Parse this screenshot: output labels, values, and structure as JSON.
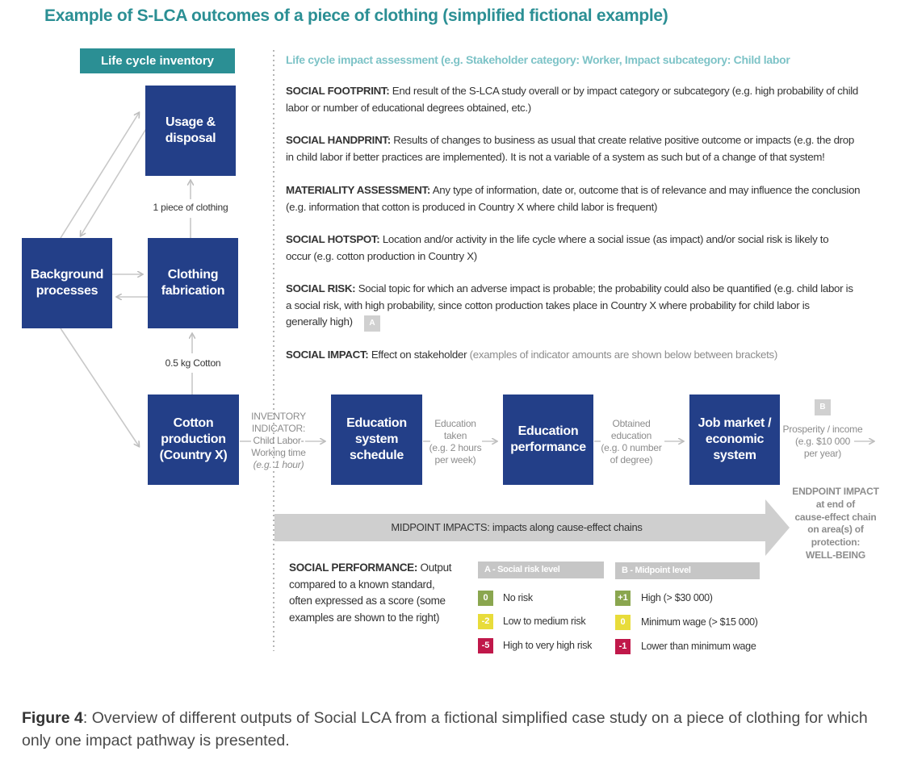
{
  "title": "Example of S-LCA outcomes of a piece of clothing (simplified fictional example)",
  "inventory_label": "Life cycle inventory",
  "lcia_heading": "Life cycle impact assessment (e.g. Stakeholder category: Worker, Impact subcategory: Child labor",
  "definitions": [
    {
      "term": "SOCIAL FOOTPRINT:",
      "line1": "End result of the S-LCA study overall or by impact category or subcategory (e.g. high probability of child",
      "line2": "labor or number of educational degrees obtained, etc.)"
    },
    {
      "term": "SOCIAL HANDPRINT:",
      "line1": "Results of changes to business as usual that create relative positive outcome or impacts (e.g. the drop",
      "line2": "in child labor if better practices are implemented). It is not a variable of a system as such but of a change of that system!"
    },
    {
      "term": "MATERIALITY ASSESSMENT:",
      "line1": "Any type of information, date or, outcome that is of relevance and may influence the conclusion",
      "line2": "(e.g. information that cotton is produced in Country X where child labor is frequent)"
    },
    {
      "term": "SOCIAL HOTSPOT:",
      "line1": "Location and/or activity in the life cycle where a social issue (as impact) and/or social risk is likely to",
      "line2": "occur (e.g. cotton production in Country X)"
    },
    {
      "term": "SOCIAL RISK:",
      "line1": "Social topic for which an adverse impact is probable; the probability could also be quantified (e.g. child labor is",
      "line2": "a social risk, with high probability, since cotton production takes place in Country X where probability for child labor is",
      "line3": "generally high)"
    }
  ],
  "social_impact": {
    "term": "SOCIAL IMPACT:",
    "text": "Effect on stakeholder",
    "note": "(examples of indicator amounts are shown below between brackets)"
  },
  "badges": {
    "a": "A",
    "b": "B"
  },
  "boxes": {
    "usage": [
      "Usage &",
      "disposal"
    ],
    "background": [
      "Background",
      "processes"
    ],
    "clothing": [
      "Clothing",
      "fabrication"
    ],
    "cotton": [
      "Cotton",
      "production",
      "(Country X)"
    ],
    "edu_schedule": [
      "Education",
      "system",
      "schedule"
    ],
    "edu_performance": [
      "Education",
      "performance"
    ],
    "job_market": [
      "Job market /",
      "economic",
      "system"
    ]
  },
  "flows": {
    "piece": "1 piece of clothing",
    "cotton_kg": "0.5 kg Cotton",
    "inventory_indicator": [
      "INVENTORY",
      "INDICATOR:",
      "Child Labor-",
      "Working time",
      "(e.g. 1 hour)"
    ],
    "education_taken": [
      "Education",
      "taken",
      "(e.g. 2 hours",
      "per week)"
    ],
    "obtained_education": [
      "Obtained",
      "education",
      "(e.g. 0 number",
      "of degree)"
    ],
    "prosperity": [
      "Prosperity / income",
      "(e.g. $10 000",
      "per year)"
    ]
  },
  "midpoint_label": "MIDPOINT IMPACTS: impacts along cause-effect chains",
  "endpoint": [
    "ENDPOINT IMPACT",
    "at end of",
    "cause-effect chain",
    "on area(s) of",
    "protection:",
    "WELL-BEING"
  ],
  "social_performance": {
    "term": "SOCIAL PERFORMANCE:",
    "line1": "Output",
    "line2": "compared to a known standard,",
    "line3": "often expressed as a score (some",
    "line4": "examples are shown to the right)"
  },
  "legend_a": {
    "heading": "A - Social risk level",
    "items": [
      {
        "value": "0",
        "label": "No risk",
        "color": "#8aa64f"
      },
      {
        "value": "-2",
        "label": "Low to medium risk",
        "color": "#e8dc3a"
      },
      {
        "value": "-5",
        "label": "High to very high risk",
        "color": "#c0184a"
      }
    ]
  },
  "legend_b": {
    "heading": "B - Midpoint level",
    "items": [
      {
        "value": "+1",
        "label": "High (> $30 000)",
        "color": "#8aa64f"
      },
      {
        "value": "0",
        "label": "Minimum wage (> $15 000)",
        "color": "#e8dc3a"
      },
      {
        "value": "-1",
        "label": "Lower than minimum wage",
        "color": "#c0184a"
      }
    ]
  },
  "caption": {
    "label": "Figure 4",
    "text": ": Overview of different outputs of Social LCA from a fictional simplified case study on a piece of clothing for which only one impact pathway is presented."
  },
  "colors": {
    "teal": "#2b8f94",
    "navy": "#233f88",
    "arrow_grey": "#cfcfcf"
  }
}
